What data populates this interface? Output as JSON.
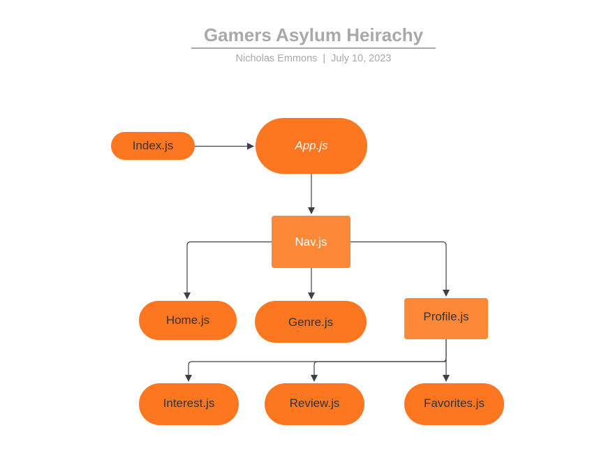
{
  "header": {
    "title": "Gamers Asylum Heirachy",
    "author": "Nicholas Emmons",
    "separator": "|",
    "date": "July 10, 2023"
  },
  "nodes": {
    "index": "Index.js",
    "app": "App.js",
    "nav": "Nav.js",
    "home": "Home.js",
    "genre": "Genre.js",
    "profile": "Profile.js",
    "interest": "Interest.js",
    "review": "Review.js",
    "favorites": "Favorites.js"
  },
  "colors": {
    "node_fill": "#fd7620",
    "rect_fill": "#fd8837",
    "edge": "#3a414a",
    "title": "#a7a9ac"
  }
}
